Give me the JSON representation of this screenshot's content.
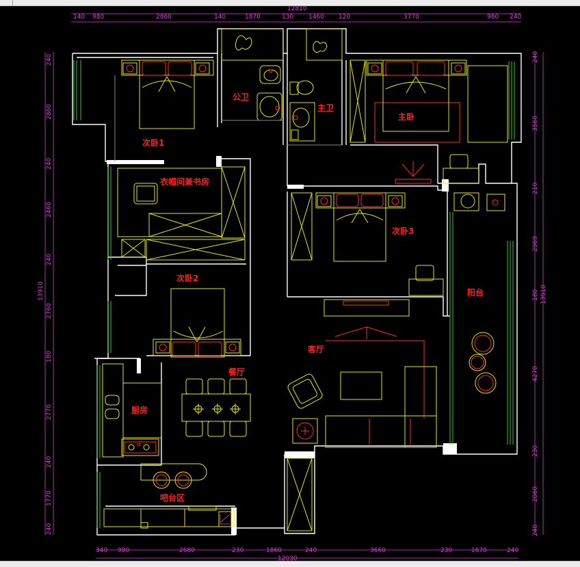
{
  "dimensions": {
    "top_total": "12810",
    "top_segments": [
      "140",
      "980",
      "2860",
      "140",
      "1870",
      "130",
      "1460",
      "120",
      "3770",
      "980",
      "240"
    ],
    "bottom_total": "12030",
    "bottom_segments": [
      "340",
      "980",
      "2680",
      "230",
      "1860",
      "240",
      "3660",
      "230",
      "1670",
      "240"
    ],
    "left_total": "13910",
    "left_segments": [
      "240",
      "2860",
      "240",
      "2460",
      "240",
      "2760",
      "180",
      "2770",
      "240",
      "1770",
      "240"
    ],
    "right_total": "13910",
    "right_segments": [
      "240",
      "3560",
      "210",
      "2969",
      "180",
      "4270",
      "230",
      "2060",
      "240"
    ]
  },
  "rooms": {
    "bedroom_1": "次卧1",
    "public_bath": "公卫",
    "master_bath": "主卫",
    "master_bedroom": "主卧",
    "cloakroom_study": "衣帽间兼书房",
    "bedroom_3": "次卧3",
    "bedroom_2": "次卧2",
    "balcony": "阳台",
    "living_room": "客厅",
    "dining_room": "餐厅",
    "kitchen": "厨房",
    "bar_area": "吧台区"
  },
  "colors": {
    "background": "#000000",
    "wall": "#ffffff",
    "furniture": "#e8e800",
    "label": "#ff2020",
    "dimension": "#d63fd6",
    "window": "#2ecc2e"
  }
}
